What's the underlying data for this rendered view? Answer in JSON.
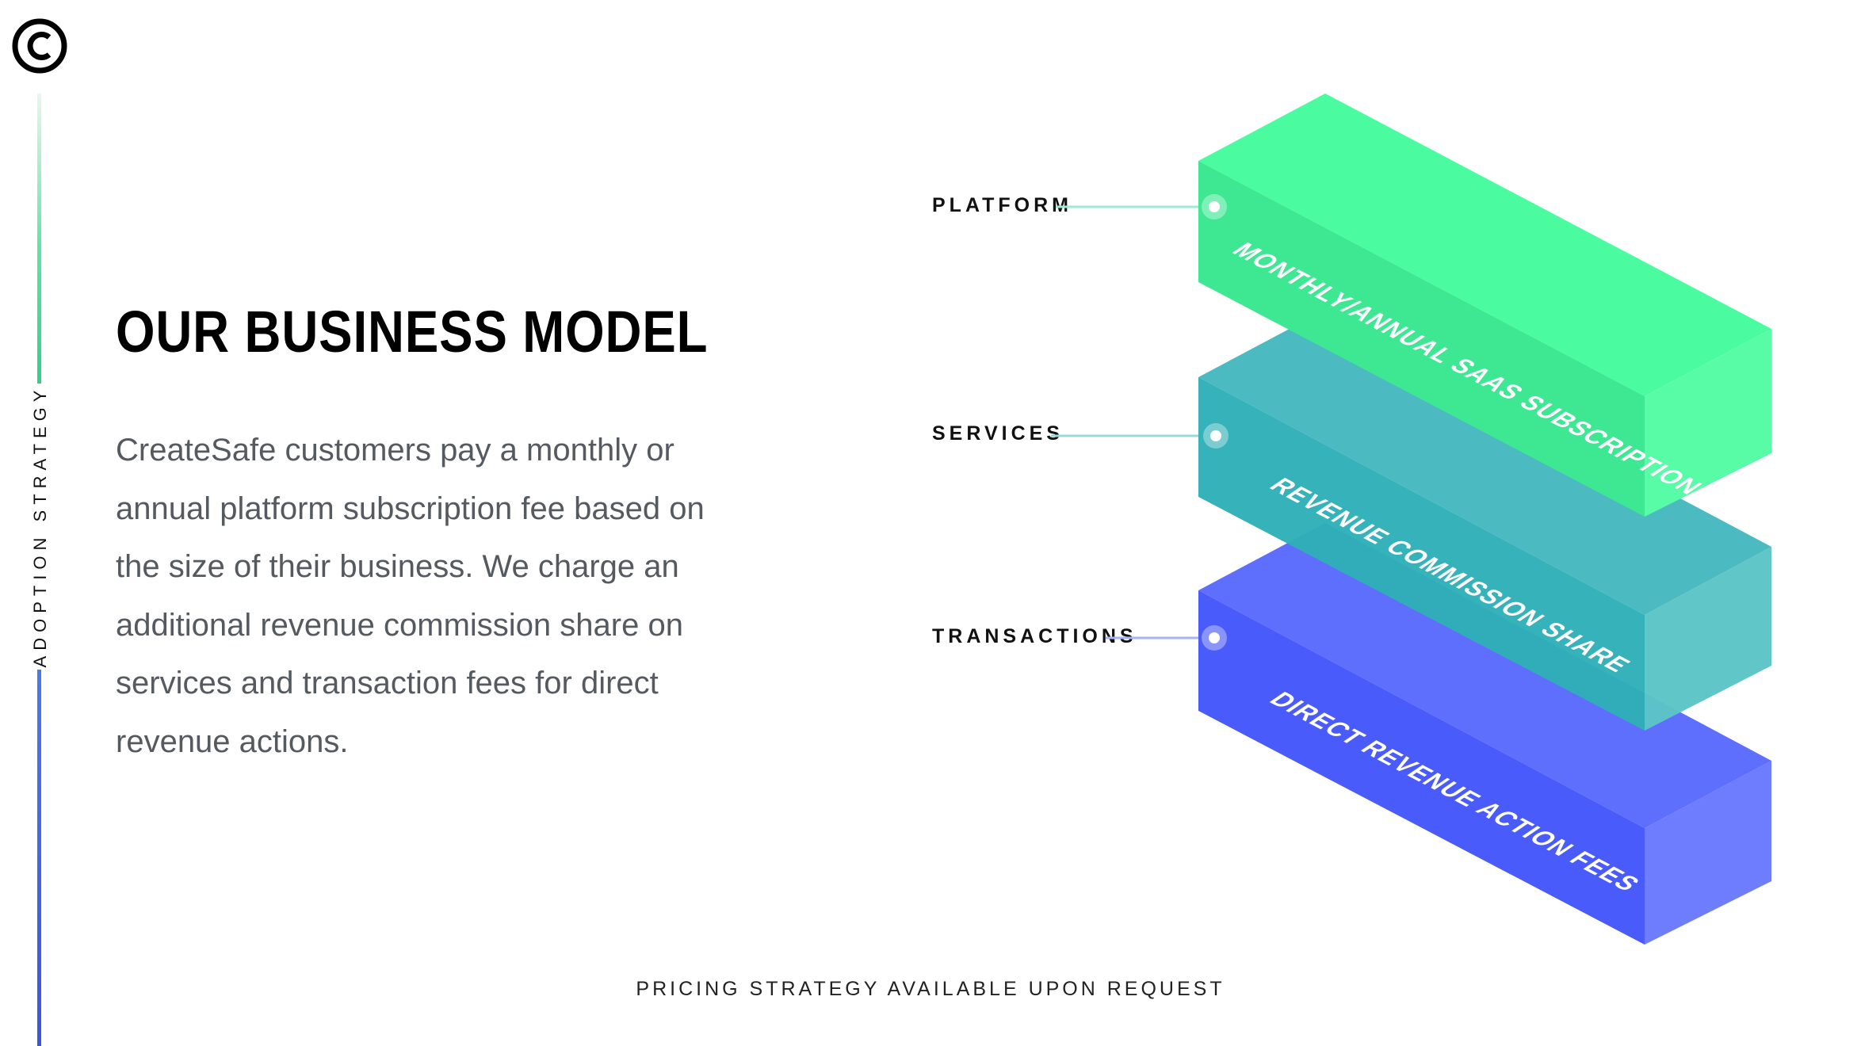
{
  "sidebar": {
    "section_label": "ADOPTION STRATEGY"
  },
  "logo": {
    "icon": "copyright-c-icon"
  },
  "main": {
    "title": "OUR BUSINESS MODEL",
    "description": "CreateSafe customers pay a monthly or annual platform subscription fee based on the size of their business. We charge an additional revenue commission share on services and transaction fees for direct revenue actions."
  },
  "diagram": {
    "layers": [
      {
        "label": "PLATFORM",
        "block_text": "MONTHLY/ANNUAL SAAS SUBSCRIPTION",
        "color": "#49f99d"
      },
      {
        "label": "SERVICES",
        "block_text": "REVENUE COMMISSION SHARE",
        "color": "#34b9be"
      },
      {
        "label": "TRANSACTIONS",
        "block_text": "DIRECT REVENUE ACTION FEES",
        "color": "#4b5ffd"
      }
    ]
  },
  "footer": {
    "note": "PRICING STRATEGY AVAILABLE UPON REQUEST"
  }
}
